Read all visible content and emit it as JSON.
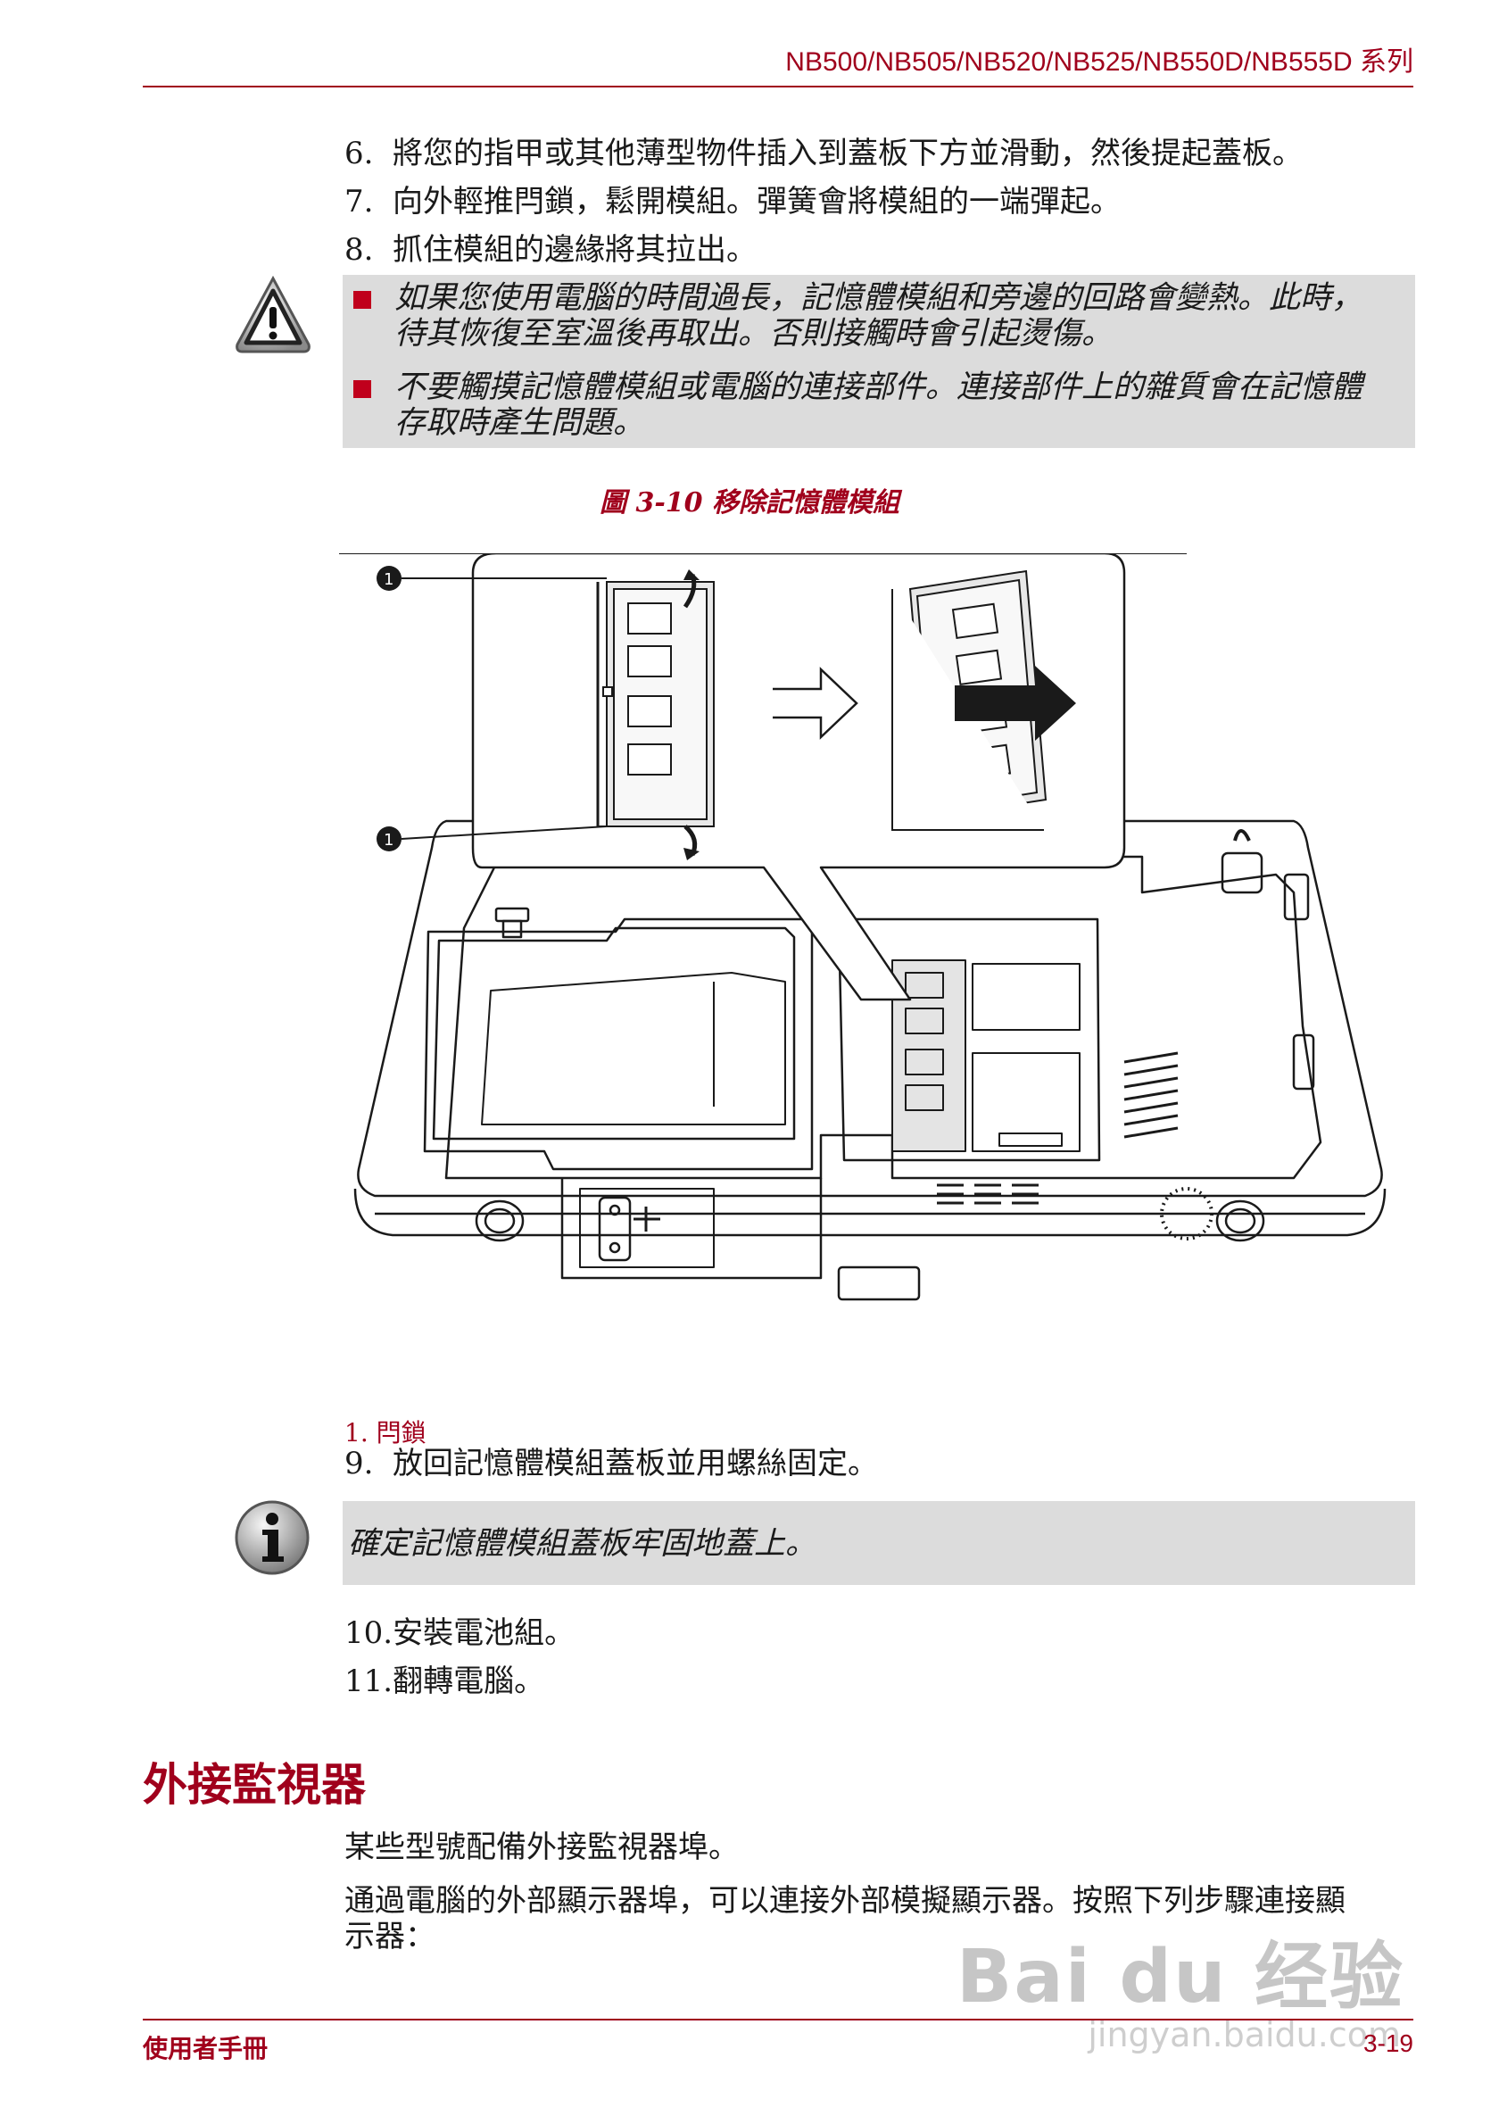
{
  "header": {
    "title": "NB500/NB505/NB520/NB525/NB550D/NB555D 系列"
  },
  "steps_a": [
    {
      "num": "6.",
      "text": "將您的指甲或其他薄型物件插入到蓋板下方並滑動，然後提起蓋板。"
    },
    {
      "num": "7.",
      "text": "向外輕推閂鎖，鬆開模組。彈簧會將模組的一端彈起。"
    },
    {
      "num": "8.",
      "text": "抓住模組的邊緣將其拉出。"
    }
  ],
  "caution": {
    "bullets": [
      {
        "line1": "如果您使用電腦的時間過長，記憶體模組和旁邊的回路會變熱。此時，",
        "line2": "待其恢復至室溫後再取出。否則接觸時會引起燙傷。"
      },
      {
        "line1": "不要觸摸記憶體模組或電腦的連接部件。連接部件上的雜質會在記憶體",
        "line2": "存取時產生問題。"
      }
    ]
  },
  "figure": {
    "caption": "圖 3-10 移除記憶體模組",
    "callout_number": "1",
    "legend": "1. 閂鎖"
  },
  "step_9": {
    "num": "9.",
    "text": "放回記憶體模組蓋板並用螺絲固定。"
  },
  "note": {
    "text": "確定記憶體模組蓋板牢固地蓋上。"
  },
  "steps_b": [
    {
      "num": "10.",
      "text": "安裝電池組。"
    },
    {
      "num": "11.",
      "text": "翻轉電腦。"
    }
  ],
  "section": {
    "heading": "外接監視器",
    "para1": "某些型號配備外接監視器埠。",
    "para2_line1": "通過電腦的外部顯示器埠，可以連接外部模擬顯示器。按照下列步驟連接顯",
    "para2_line2": "示器："
  },
  "footer": {
    "left": "使用者手冊",
    "right": "3-19"
  },
  "watermark": {
    "main": "Bai du 经验",
    "sub": "jingyan.baidu.com"
  },
  "icons": {
    "caution": "caution-triangle-icon",
    "note": "info-i-icon"
  },
  "colors": {
    "accent": "#a0001c",
    "bullet": "#c0001c",
    "box": "#dcdcdc"
  }
}
